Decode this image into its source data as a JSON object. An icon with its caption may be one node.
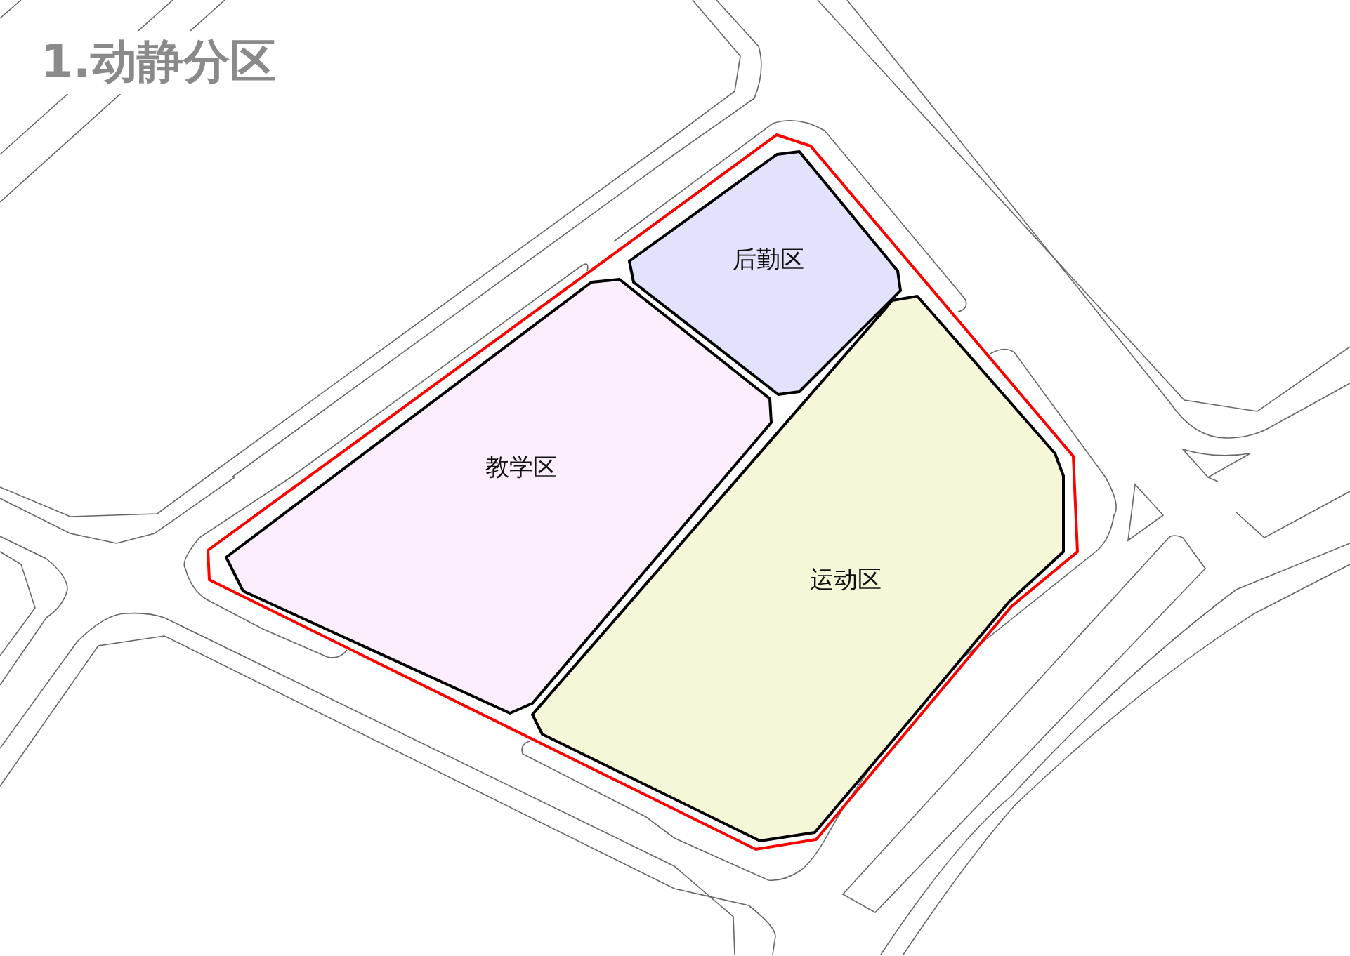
{
  "diagram": {
    "title": "1.动静分区",
    "nodes": [
      {
        "text": [],
        "shape": "box"
      },
      {
        "text": [
          "后勤区"
        ],
        "in": 0
      },
      {
        "text": [
          "教学区"
        ],
        "in": 0
      },
      {
        "text": [
          "运动区"
        ],
        "in": 0
      }
    ]
  }
}
